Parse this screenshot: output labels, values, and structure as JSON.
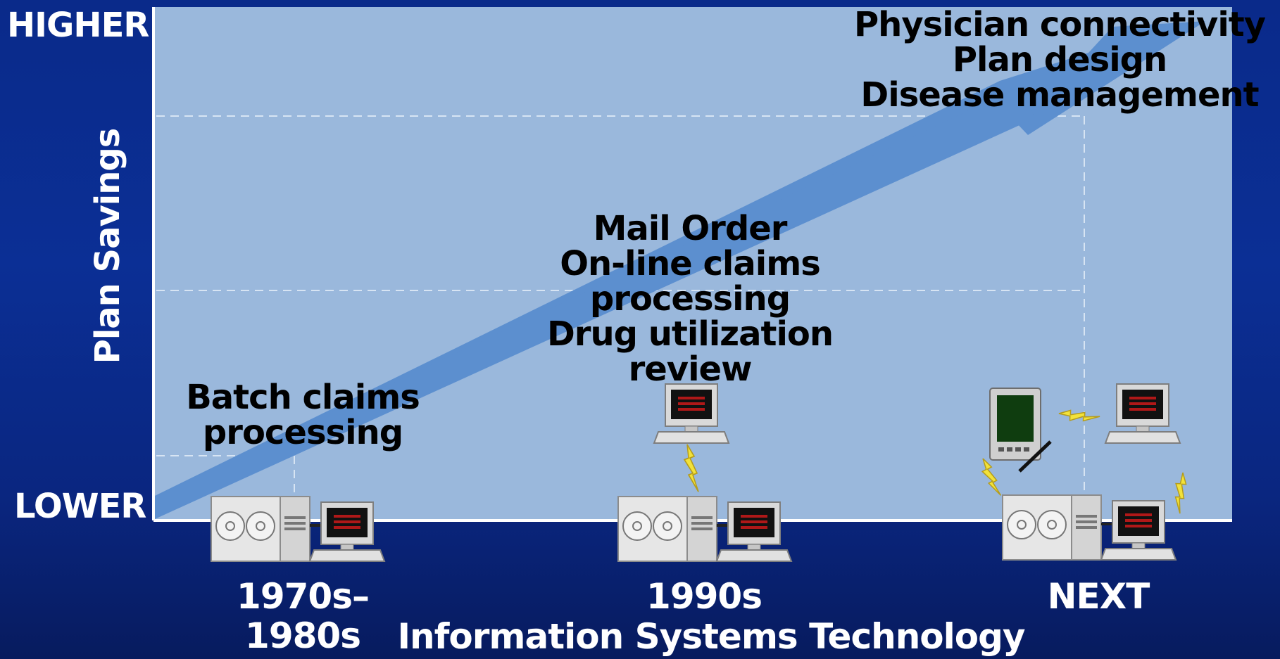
{
  "y_axis": {
    "high_label": "HIGHER",
    "low_label": "LOWER",
    "title": "Plan Savings"
  },
  "x_axis": {
    "title": "Information Systems Technology",
    "eras": [
      {
        "line1": "1970s–",
        "line2": "1980s"
      },
      {
        "line1": "1990s"
      },
      {
        "line1": "NEXT"
      }
    ]
  },
  "stages": [
    {
      "lines": [
        "Batch claims",
        "processing"
      ]
    },
    {
      "lines": [
        "Mail Order",
        "On-line claims",
        "processing",
        "Drug utilization",
        "review"
      ]
    },
    {
      "lines": [
        "Physician connectivity",
        "Plan design",
        "Disease management"
      ]
    }
  ],
  "colors": {
    "background": "#0b2f95",
    "panel": "#9ab8dc",
    "arrow": "#5c8fcf",
    "gridline": "#d7e4f3",
    "labels_on_blue": "#ffffff",
    "labels_on_panel": "#000000",
    "lightning": "#f2e23a"
  },
  "icons": [
    "mainframe-icon",
    "terminal-icon",
    "tablet-icon",
    "lightning-bolt-icon"
  ]
}
